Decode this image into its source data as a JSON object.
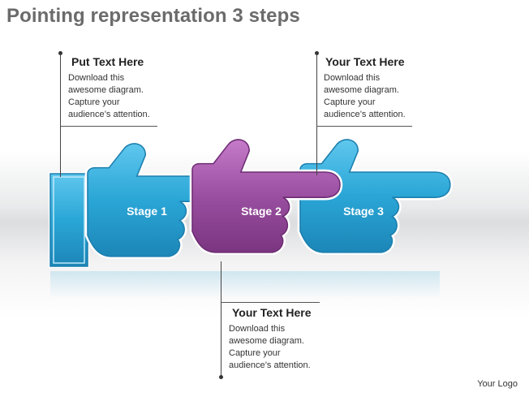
{
  "title": "Pointing representation 3 steps",
  "callouts": [
    {
      "heading": "Put Text Here",
      "lines": [
        "Download this",
        "awesome diagram.",
        "Capture your",
        "audience’s attention."
      ]
    },
    {
      "heading": "Your Text Here",
      "lines": [
        "Download this",
        "awesome diagram.",
        "Capture your",
        "audience’s attention."
      ]
    },
    {
      "heading": "Your Text Here",
      "lines": [
        "Download this",
        "awesome diagram.",
        "Capture your",
        "audience’s attention."
      ]
    }
  ],
  "stages": [
    {
      "label": "Stage 1",
      "color": "#2aa6d6"
    },
    {
      "label": "Stage 2",
      "color": "#9a4fa0"
    },
    {
      "label": "Stage 3",
      "color": "#2aa6d6"
    }
  ],
  "logo": "Your Logo"
}
